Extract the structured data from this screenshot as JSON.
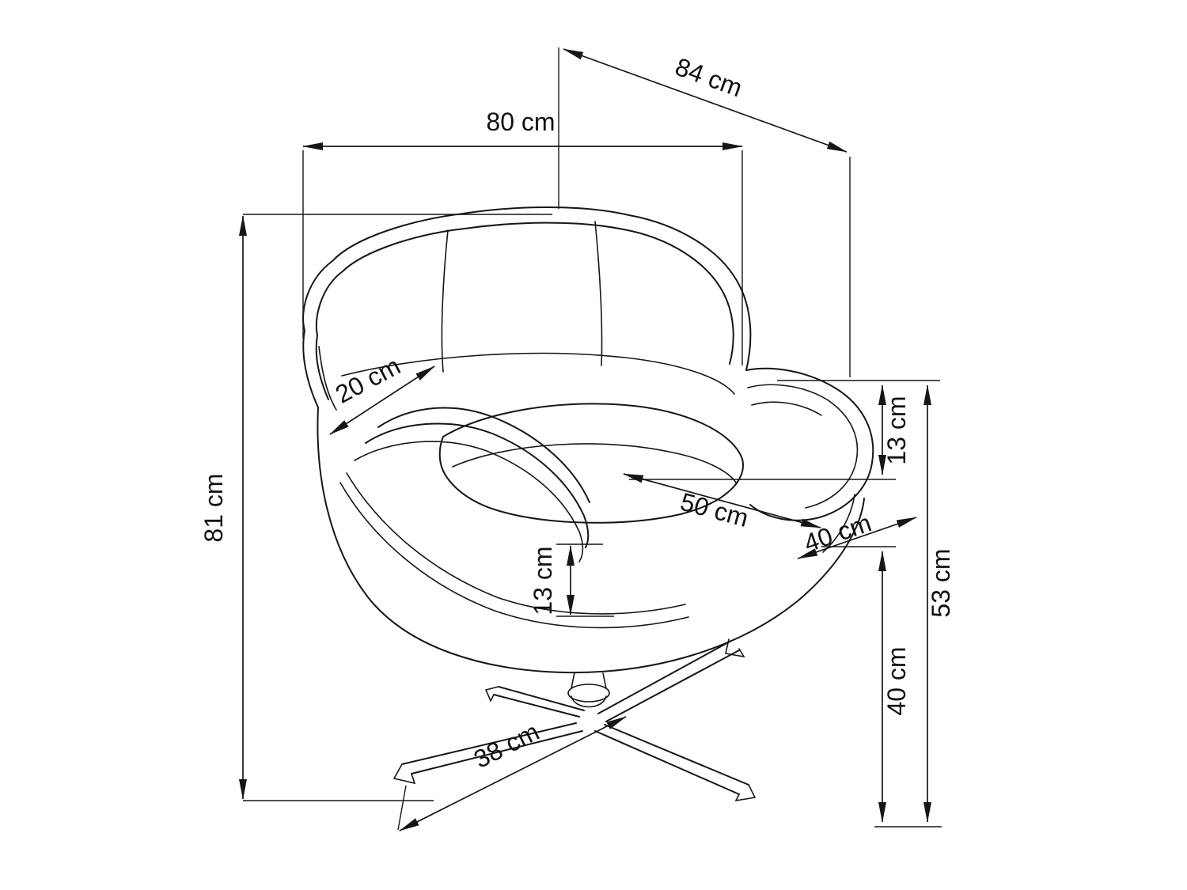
{
  "page": {
    "background": "#ffffff",
    "line_color": "#161616"
  },
  "drawing": {
    "subject": "Swivel egg armchair with cross pedestal base - dimensioned technical line drawing",
    "units": "cm"
  },
  "dimensions": {
    "overall_depth": {
      "label": "84 cm",
      "value": 84,
      "unit": "cm"
    },
    "overall_width": {
      "label": "80 cm",
      "value": 80,
      "unit": "cm"
    },
    "overall_height": {
      "label": "81 cm",
      "value": 81,
      "unit": "cm"
    },
    "backrest_wing": {
      "label": "20 cm",
      "value": 20,
      "unit": "cm"
    },
    "armrest_above_seat": {
      "label": "13 cm",
      "value": 13,
      "unit": "cm"
    },
    "seat_width": {
      "label": "50 cm",
      "value": 50,
      "unit": "cm"
    },
    "seat_depth": {
      "label": "40 cm",
      "value": 40,
      "unit": "cm"
    },
    "cushion_thickness": {
      "label": "13 cm",
      "value": 13,
      "unit": "cm"
    },
    "armrest_height": {
      "label": "53 cm",
      "value": 53,
      "unit": "cm"
    },
    "seat_height": {
      "label": "40 cm",
      "value": 40,
      "unit": "cm"
    },
    "base_arm_length": {
      "label": "38 cm",
      "value": 38,
      "unit": "cm"
    }
  }
}
